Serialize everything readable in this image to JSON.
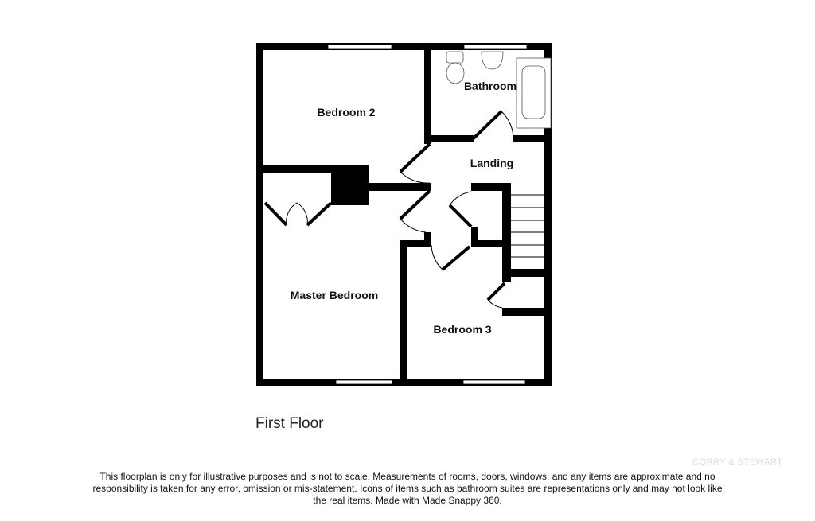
{
  "floorplan": {
    "floor_title": "First Floor",
    "rooms": {
      "bedroom2": "Bedroom 2",
      "bathroom": "Bathroom",
      "landing": "Landing",
      "master_bedroom": "Master Bedroom",
      "bedroom3": "Bedroom 3"
    },
    "wall_color": "#000000",
    "background_color": "#ffffff"
  },
  "footer": {
    "disclaimer": "This floorplan is only for illustrative purposes and is not to scale. Measurements of rooms, doors, windows, and any items are approximate and no responsibility is taken for any error, omission or mis-statement. Icons of items such as bathroom suites are representations only and may not look like the real items. Made with Made Snappy 360.",
    "watermark": "CORRY & STEWART"
  }
}
